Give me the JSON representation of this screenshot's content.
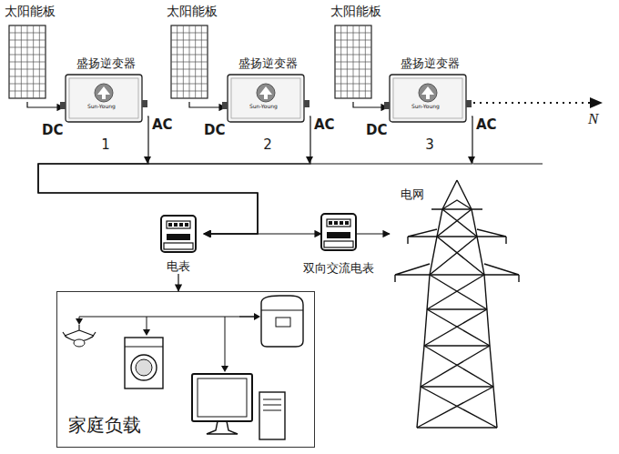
{
  "diagram": {
    "nodes": [
      {
        "text": [
          "太阳能板"
        ]
      },
      {
        "text": [
          "盛扬逆变器",
          "1"
        ]
      },
      {
        "text": [
          "太阳能板"
        ]
      },
      {
        "text": [
          "盛扬逆变器",
          "2"
        ]
      },
      {
        "text": [
          "太阳能板"
        ]
      },
      {
        "text": [
          "盛扬逆变器",
          "3"
        ]
      },
      {
        "text": [
          "电表"
        ]
      },
      {
        "text": [
          "双向交流电表"
        ]
      },
      {
        "text": [
          "电网"
        ]
      },
      {
        "text": [
          "家庭负载"
        ]
      }
    ],
    "edges": [
      {
        "from": 0,
        "to": 1,
        "arrow": "to"
      },
      {
        "from": 2,
        "to": 3,
        "arrow": "to"
      },
      {
        "from": 4,
        "to": 5,
        "arrow": "to"
      },
      {
        "from": 1,
        "to": 6,
        "arrow": "to"
      },
      {
        "from": 3,
        "to": 6,
        "arrow": "to"
      },
      {
        "from": 5,
        "to": 6,
        "arrow": "to"
      },
      {
        "from": 6,
        "to": 7,
        "arrow": "both"
      },
      {
        "from": 7,
        "to": 8,
        "arrow": "to"
      },
      {
        "from": 6,
        "to": 9,
        "arrow": "to"
      }
    ],
    "labels": [
      "DC",
      "AC",
      "DC",
      "AC",
      "DC",
      "AC",
      "Sun-Young",
      "Sun-Young",
      "Sun-Young",
      "N"
    ]
  }
}
